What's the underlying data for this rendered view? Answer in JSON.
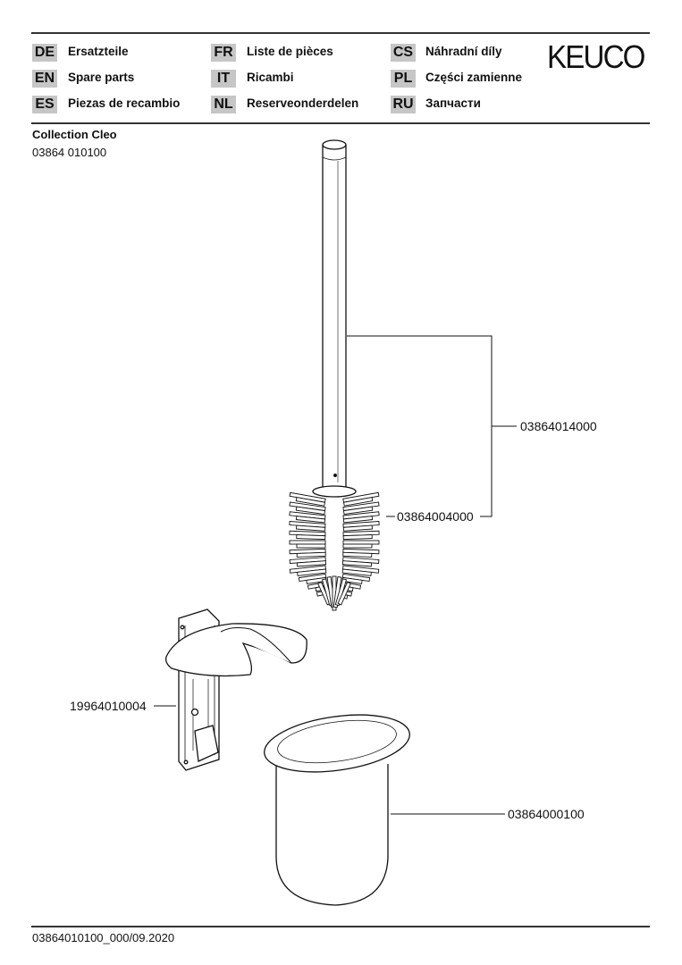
{
  "header": {
    "languages": [
      {
        "code": "DE",
        "label": "Ersatzteile"
      },
      {
        "code": "EN",
        "label": "Spare parts"
      },
      {
        "code": "ES",
        "label": "Piezas de recambio"
      },
      {
        "code": "FR",
        "label": "Liste de pièces"
      },
      {
        "code": "IT",
        "label": "Ricambi"
      },
      {
        "code": "NL",
        "label": "Reserveonderdelen"
      },
      {
        "code": "CS",
        "label": "Náhradní díly"
      },
      {
        "code": "PL",
        "label": "Części zamienne"
      },
      {
        "code": "RU",
        "label": "Запчасти"
      }
    ],
    "logo": "KEUCO"
  },
  "product": {
    "collection": "Collection Cleo",
    "number": "03864 010100"
  },
  "parts": {
    "brush_complete": "03864014000",
    "brush_head": "03864004000",
    "holder": "19964010004",
    "glass": "03864000100"
  },
  "footer": {
    "doc_id": "03864010100_000/09.2020"
  }
}
